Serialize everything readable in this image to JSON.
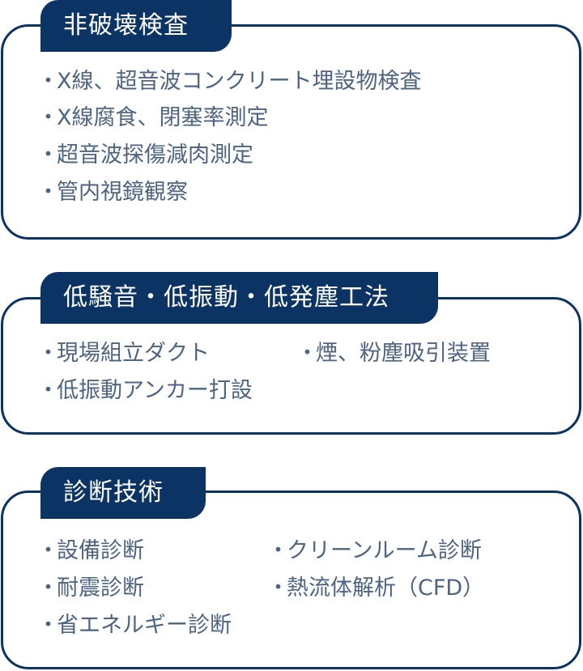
{
  "sections": [
    {
      "title": "非破壊検査",
      "items": [
        "X線、超音波コンクリート埋設物検査",
        "X線腐食、閉塞率測定",
        "超音波探傷減肉測定",
        "管内視鏡観察"
      ]
    },
    {
      "title": "低騒音・低振動・低発塵工法",
      "items": [
        "現場組立ダクト",
        "煙、粉塵吸引装置",
        "低振動アンカー打設"
      ]
    },
    {
      "title": "診断技術",
      "items": [
        "設備診断",
        "クリーンルーム診断",
        "耐震診断",
        "熱流体解析（CFD）",
        "省エネルギー診断"
      ]
    }
  ],
  "bullet": "・",
  "colors": {
    "accent": "#0b3465",
    "text": "#4d6483",
    "background": "#ffffff"
  }
}
